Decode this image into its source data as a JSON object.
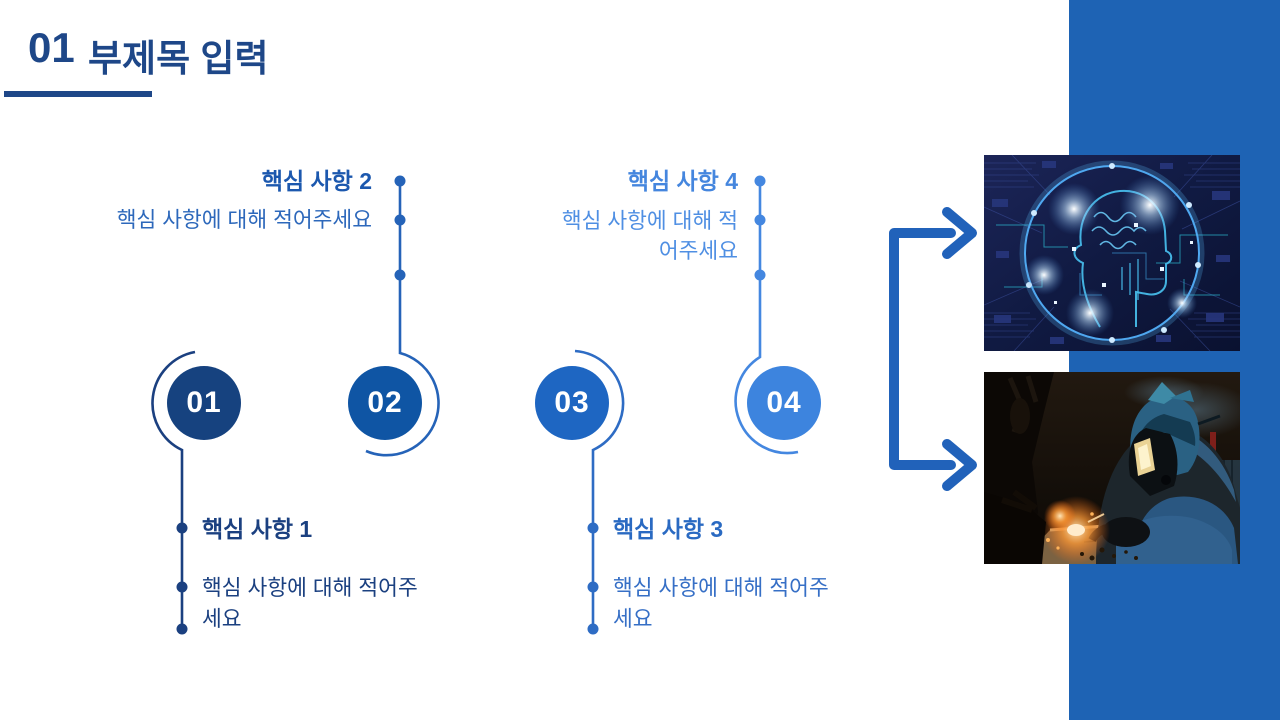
{
  "header": {
    "section_number": "01",
    "title": "부제목 입력"
  },
  "timeline": {
    "items": [
      {
        "number": "01",
        "heading": "핵심 사항 1",
        "description": "핵심 사항에 대해 적어주세요",
        "color": "#16427f"
      },
      {
        "number": "02",
        "heading": "핵심 사항 2",
        "description": "핵심 사항에 대해 적어주세요",
        "color": "#0f55a4"
      },
      {
        "number": "03",
        "heading": "핵심 사항 3",
        "description": "핵심 사항에 대해 적어주세요",
        "color": "#1e66c2"
      },
      {
        "number": "04",
        "heading": "핵심 사항 4",
        "description": "핵심 사항에 대해 적어주세요",
        "color": "#3d84de"
      }
    ]
  },
  "images": [
    {
      "name": "ai-brain-circuit-image"
    },
    {
      "name": "welder-working-image"
    }
  ],
  "colors": {
    "title_navy": "#1e4788",
    "accent_band": "#1e63b4",
    "arrow_blue": "#2162ba"
  }
}
